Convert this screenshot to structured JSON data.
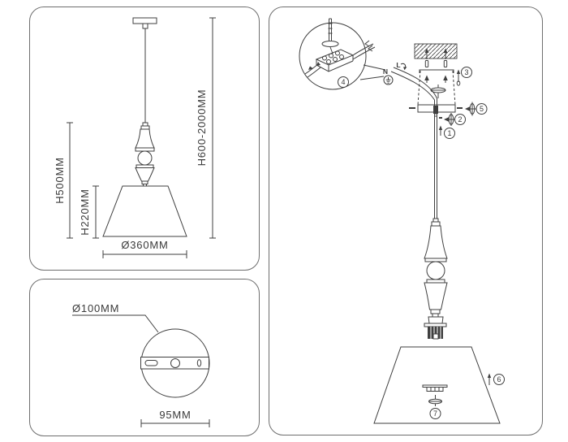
{
  "colors": {
    "line": "#3f3f3f",
    "panel_border": "#6e6e6e",
    "background": "#ffffff"
  },
  "dimension_panel": {
    "total_height": "H600-2000MM",
    "body_height": "H500MM",
    "shade_height": "H220MM",
    "shade_diameter": "Ø360MM"
  },
  "mount_plate_panel": {
    "plate_diameter": "Ø100MM",
    "hole_spacing": "95MM"
  },
  "installation_panel": {
    "wire_neutral": "N",
    "wire_live": "L",
    "steps": [
      "1",
      "2",
      "3",
      "4",
      "5",
      "6",
      "7"
    ]
  }
}
